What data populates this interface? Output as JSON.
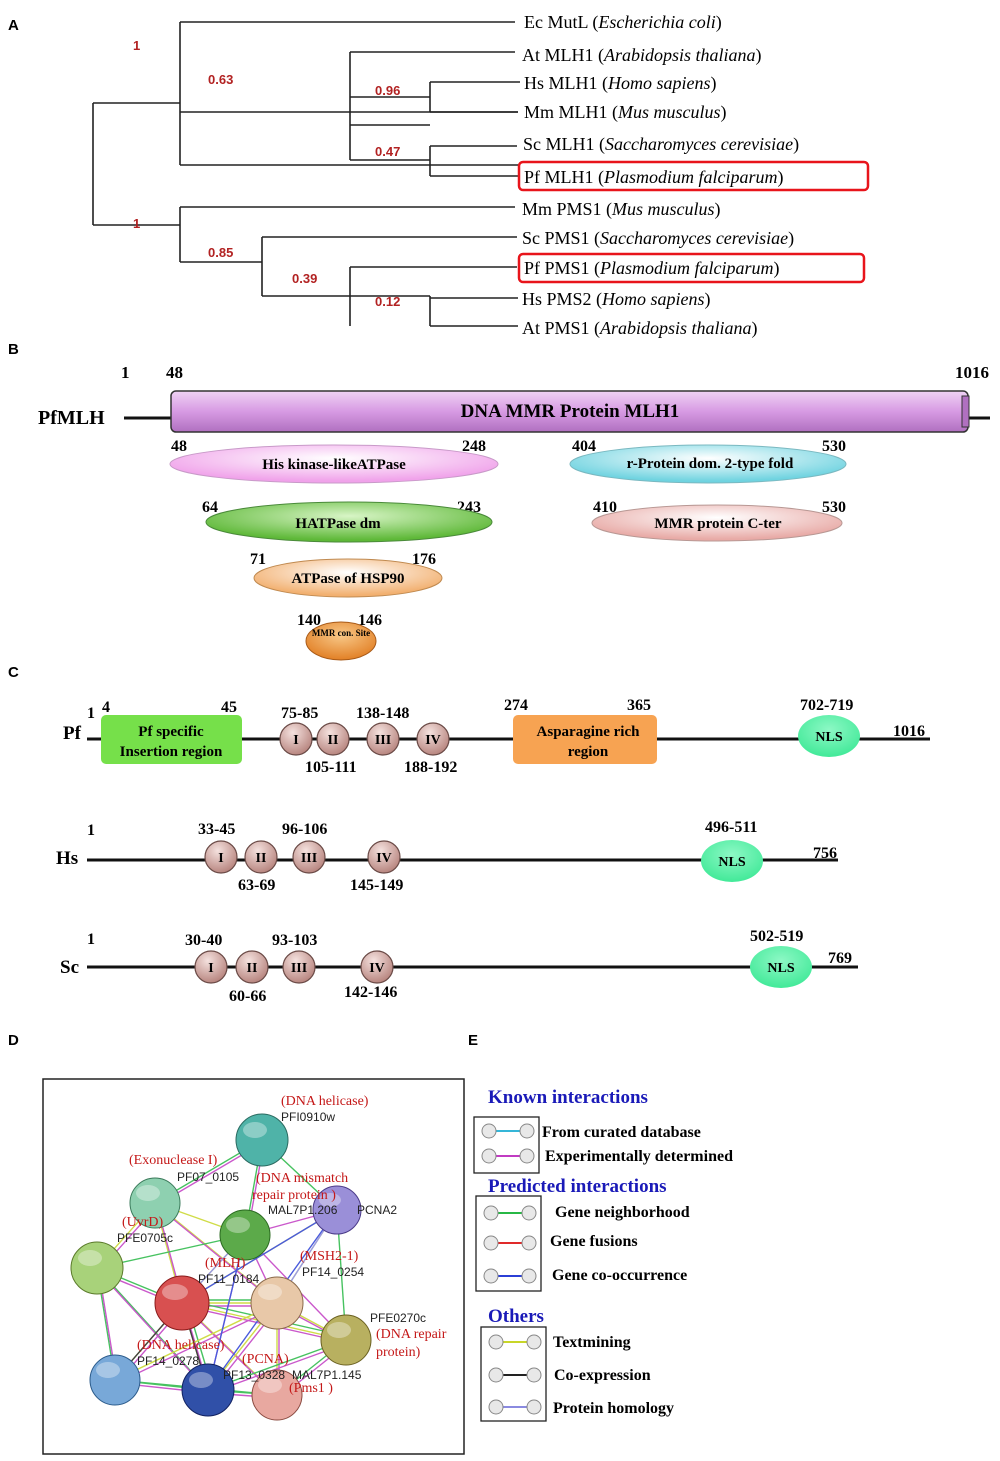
{
  "panels": {
    "a": "A",
    "b": "B",
    "c": "C",
    "d": "D",
    "e": "E"
  },
  "tree": {
    "leaves": [
      {
        "abbr": "Ec MutL",
        "species": "Escherichia coli"
      },
      {
        "abbr": "At MLH1",
        "species": "Arabidopsis thaliana"
      },
      {
        "abbr": "Hs MLH1",
        "species": "Homo sapiens"
      },
      {
        "abbr": "Mm MLH1",
        "species": "Mus musculus"
      },
      {
        "abbr": "Sc MLH1",
        "species": "Saccharomyces cerevisiae"
      },
      {
        "abbr": "Pf  MLH1",
        "species": "Plasmodium falciparum",
        "highlight": true
      },
      {
        "abbr": "Mm PMS1",
        "species": "Mus musculus"
      },
      {
        "abbr": "Sc PMS1",
        "species": "Saccharomyces cerevisiae"
      },
      {
        "abbr": "Pf  PMS1",
        "species": "Plasmodium falciparum",
        "highlight": true
      },
      {
        "abbr": "Hs PMS2",
        "species": "Homo sapiens"
      },
      {
        "abbr": "At PMS1",
        "species": "Arabidopsis thaliana"
      }
    ],
    "support": [
      "1",
      "0.63",
      "0.96",
      "0.47",
      "1",
      "0.85",
      "0.39",
      "0.12"
    ],
    "support_color": "#b22222",
    "highlight_color": "#e8141b"
  },
  "domains": {
    "protein": "PfMLH",
    "start": "1",
    "bar_start": "48",
    "end": "1016",
    "bar_label": "DNA MMR  Protein MLH1",
    "bar_color": "#dba0e6",
    "features": [
      {
        "label": "His kinase-likeATPase",
        "from": "48",
        "to": "248",
        "color": "#f3b0ee"
      },
      {
        "label": "r-Protein dom. 2-type fold",
        "from": "404",
        "to": "530",
        "color": "#8fdde6"
      },
      {
        "label": "HATPase dm",
        "from": "64",
        "to": "243",
        "color": "#7ccf55"
      },
      {
        "label": "MMR protein C-ter",
        "from": "410",
        "to": "530",
        "color": "#f2c2be"
      },
      {
        "label": "ATPase of HSP90",
        "from": "71",
        "to": "176",
        "color": "#f6c48a"
      },
      {
        "label": "MMR con. Site",
        "from": "140",
        "to": "146",
        "color": "#ee9030"
      }
    ]
  },
  "motifs": {
    "motif_color": "#d9a9a3",
    "nls_color": "#4ff0a0",
    "proteins": [
      {
        "name": "Pf",
        "start": "1",
        "end": "1016",
        "motifs": [
          "I",
          "II",
          "III",
          "IV"
        ],
        "ranges_top": [
          "75-85",
          "138-148"
        ],
        "ranges_bottom": [
          "105-111",
          "188-192"
        ],
        "nls": "NLS",
        "nls_range": "702-719",
        "insertion": {
          "label_1": "Pf specific",
          "label_2": "Insertion region",
          "from": "4",
          "to": "45",
          "color": "#76e04a"
        },
        "asparagine": {
          "label_1": "Asparagine rich",
          "label_2": "region",
          "from": "274",
          "to": "365",
          "color": "#f7a352"
        }
      },
      {
        "name": "Hs",
        "start": "1",
        "end": "756",
        "motifs": [
          "I",
          "II",
          "III",
          "IV"
        ],
        "ranges_top": [
          "33-45",
          "96-106"
        ],
        "ranges_bottom": [
          "63-69",
          "145-149"
        ],
        "nls": "NLS",
        "nls_range": "496-511"
      },
      {
        "name": "Sc",
        "start": "1",
        "end": "769",
        "motifs": [
          "I",
          "II",
          "III",
          "IV"
        ],
        "ranges_top": [
          "30-40",
          "93-103"
        ],
        "ranges_bottom": [
          "60-66",
          "142-146"
        ],
        "nls": "NLS",
        "nls_range": "502-519"
      }
    ]
  },
  "network": {
    "nodes": [
      {
        "id": "PFI0910w",
        "role": "(DNA helicase)",
        "color": "#4fb3a8"
      },
      {
        "id": "PF07_0105",
        "role": "(Exonuclease I)",
        "color": "#8ed0b0"
      },
      {
        "id": "MAL7P1.206",
        "role": "(DNA mismatch repair protein )",
        "color": "#5caa4a"
      },
      {
        "id": "PCNA2",
        "role": "",
        "color": "#9a8fd8"
      },
      {
        "id": "PFE0705c",
        "role": "(UvrD)",
        "color": "#a8d27a"
      },
      {
        "id": "PF11_0184",
        "role": "(MLH)",
        "color": "#d85050"
      },
      {
        "id": "PF14_0254",
        "role": "(MSH2-1)",
        "color": "#e8c8a8"
      },
      {
        "id": "PFE0270c",
        "role": "(DNA repair protein)",
        "color": "#b8b060"
      },
      {
        "id": "PF14_0278",
        "role": "(DNA helicase)",
        "color": "#78a8d8"
      },
      {
        "id": "PF13_0328",
        "role": "(PCNA)",
        "color": "#3050a8"
      },
      {
        "id": "MAL7P1.145",
        "role": "(Pms1 )",
        "color": "#e8a8a0"
      }
    ]
  },
  "legend": {
    "known": {
      "title": "Known   interactions",
      "items": [
        {
          "label": "From curated database",
          "color": "#35b6d8"
        },
        {
          "label": "Experimentally determined",
          "color": "#c13bc2"
        }
      ]
    },
    "predicted": {
      "title": "Predicted  interactions",
      "items": [
        {
          "label": "Gene neighborhood",
          "color": "#27b845"
        },
        {
          "label": "Gene fusions",
          "color": "#e02a2a"
        },
        {
          "label": "Gene co-occurrence",
          "color": "#2b3fd6"
        }
      ]
    },
    "others": {
      "title": "Others",
      "items": [
        {
          "label": "Textmining",
          "color": "#c8d628"
        },
        {
          "label": "Co-expression",
          "color": "#222222"
        },
        {
          "label": "Protein homology",
          "color": "#8a8ae0"
        }
      ]
    },
    "title_color": "#1a1ab8"
  }
}
